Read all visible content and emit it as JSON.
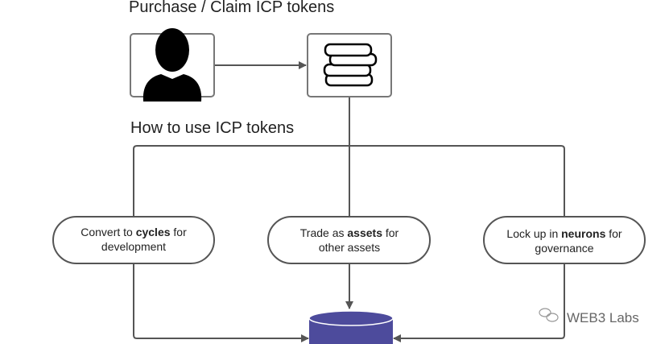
{
  "titles": {
    "purchase": "Purchase / Claim ICP tokens",
    "use": "How to use ICP tokens"
  },
  "nodes": {
    "user": {
      "icon": "user-icon"
    },
    "tokens": {
      "icon": "coins-icon"
    },
    "cycles": {
      "pre": "Convert to ",
      "bold": "cycles",
      "post": " for",
      "line2": "development"
    },
    "assets": {
      "pre": "Trade as ",
      "bold": "assets",
      "post": " for",
      "line2": "other assets"
    },
    "neurons": {
      "pre": "Lock up in ",
      "bold": "neurons",
      "post": " for",
      "line2": "governance"
    }
  },
  "watermark": "WEB3 Labs",
  "colors": {
    "line": "#555555",
    "cylinder": "#4d4b9c"
  }
}
